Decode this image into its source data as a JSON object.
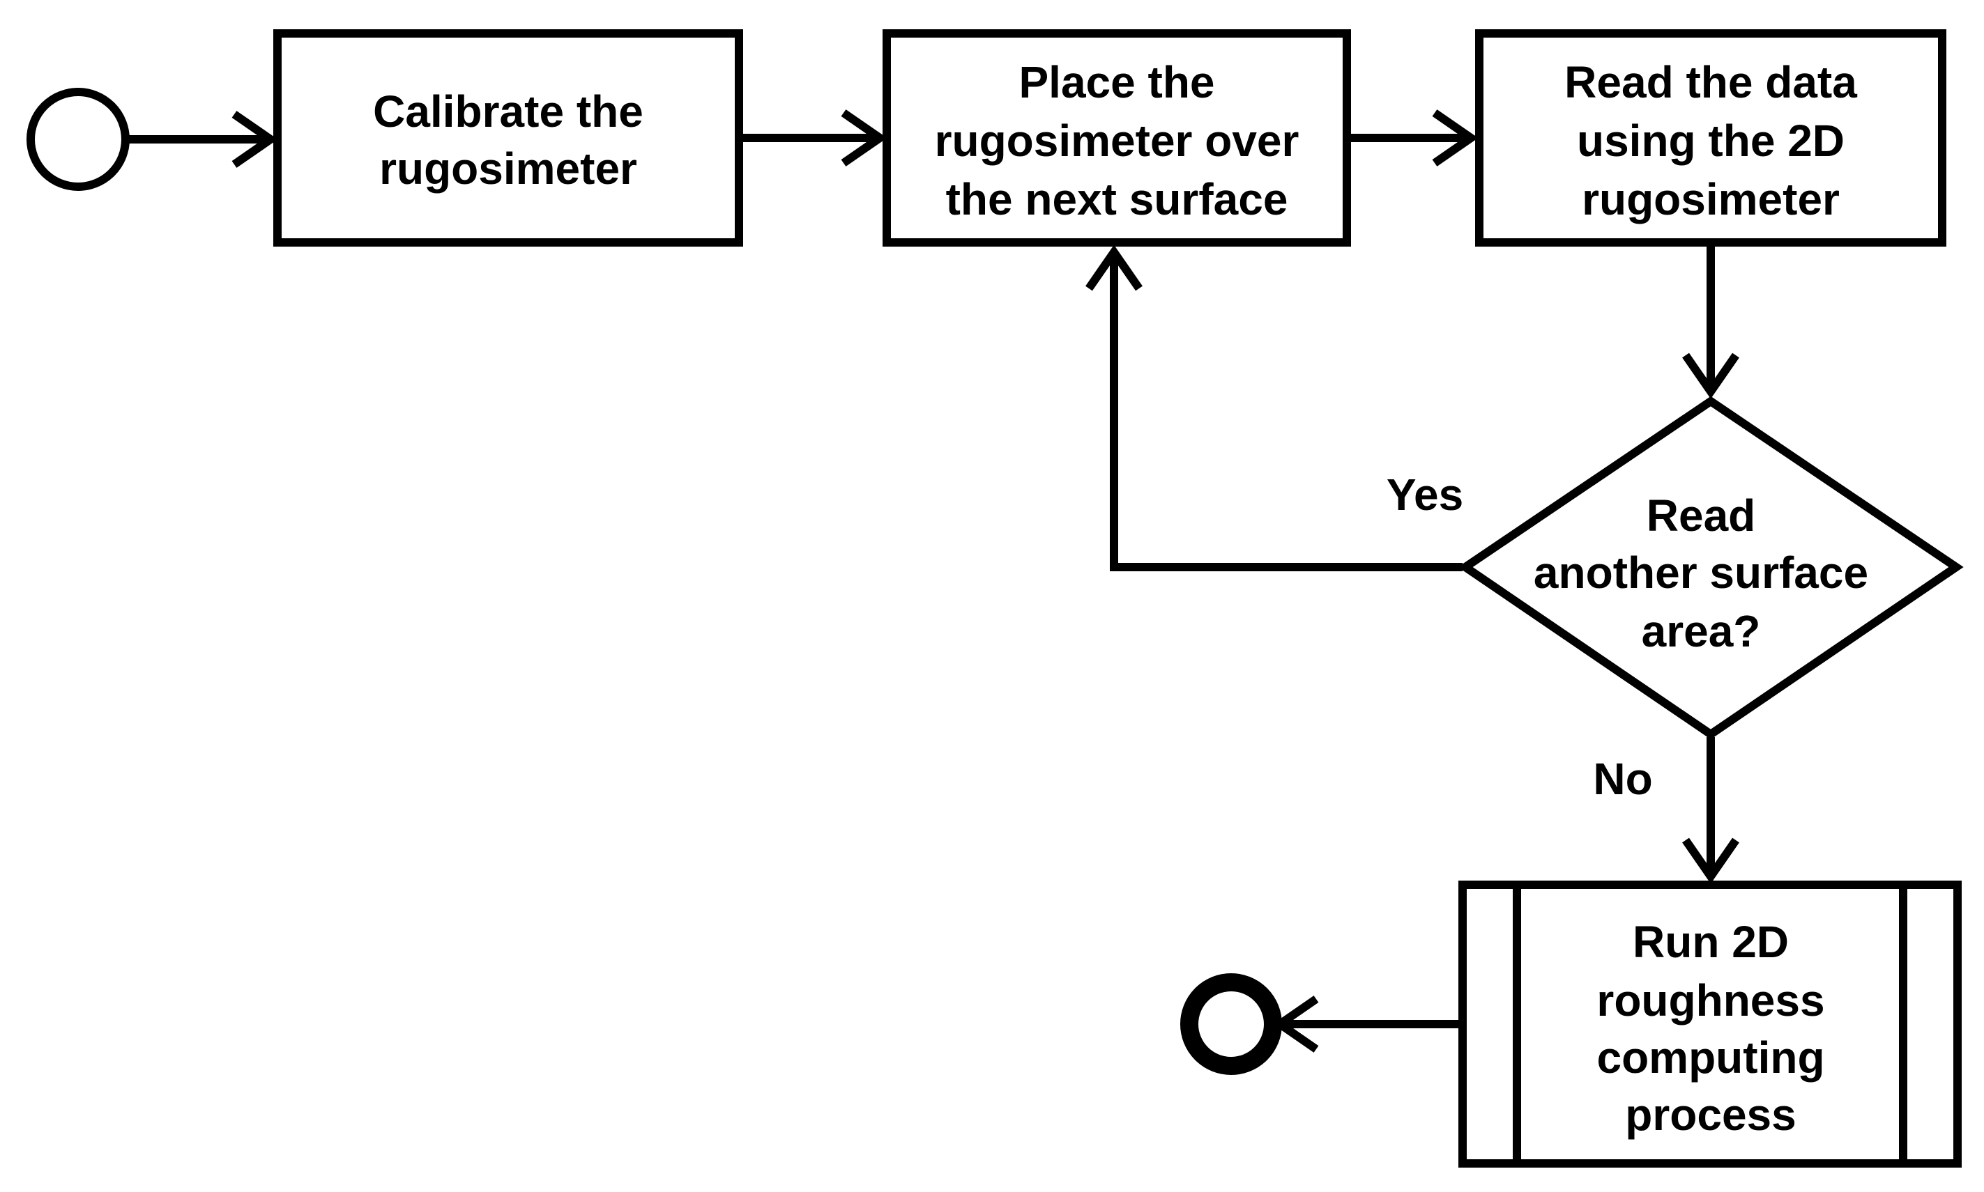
{
  "diagram": {
    "steps": {
      "calibrate": [
        "Calibrate the",
        "rugosimeter"
      ],
      "place": [
        "Place the",
        "rugosimeter over",
        "the next surface"
      ],
      "read": [
        "Read the data",
        "using the 2D",
        "rugosimeter"
      ],
      "decision": [
        "Read",
        "another surface",
        "area?"
      ],
      "run": [
        "Run 2D",
        "roughness",
        "computing",
        "process"
      ]
    },
    "labels": {
      "yes": "Yes",
      "no": "No"
    }
  }
}
